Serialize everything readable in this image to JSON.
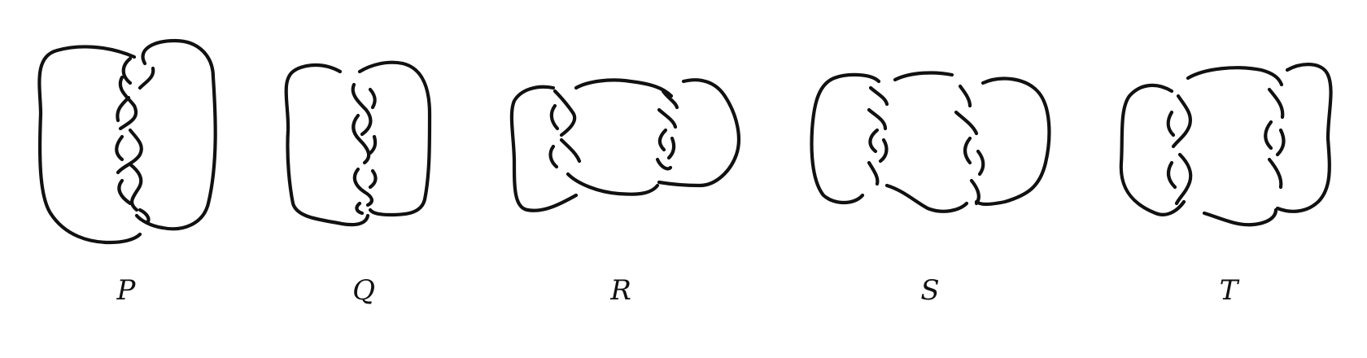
{
  "knots": [
    {
      "id": "P",
      "label": "P"
    },
    {
      "id": "Q",
      "label": "Q"
    },
    {
      "id": "R",
      "label": "R"
    },
    {
      "id": "S",
      "label": "S"
    },
    {
      "id": "T",
      "label": "T"
    }
  ]
}
